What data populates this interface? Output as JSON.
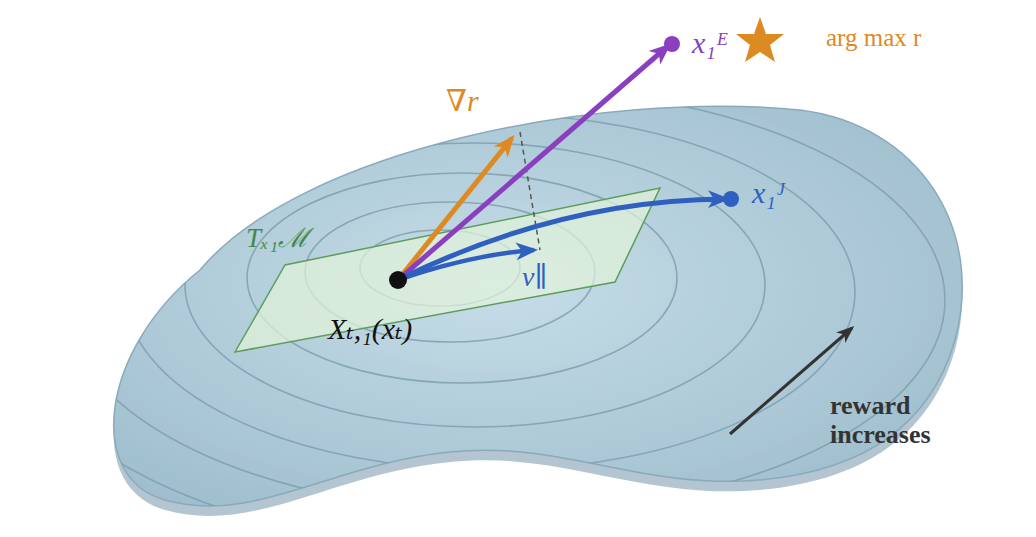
{
  "diagram": {
    "labels": [
      "x₁ᴱ",
      "arg max r",
      "∇r",
      "x₁ᴶ",
      "Tₓ₁ℳ",
      "v∥",
      "Xₜ,₁(xₜ)",
      "reward increases"
    ]
  }
}
